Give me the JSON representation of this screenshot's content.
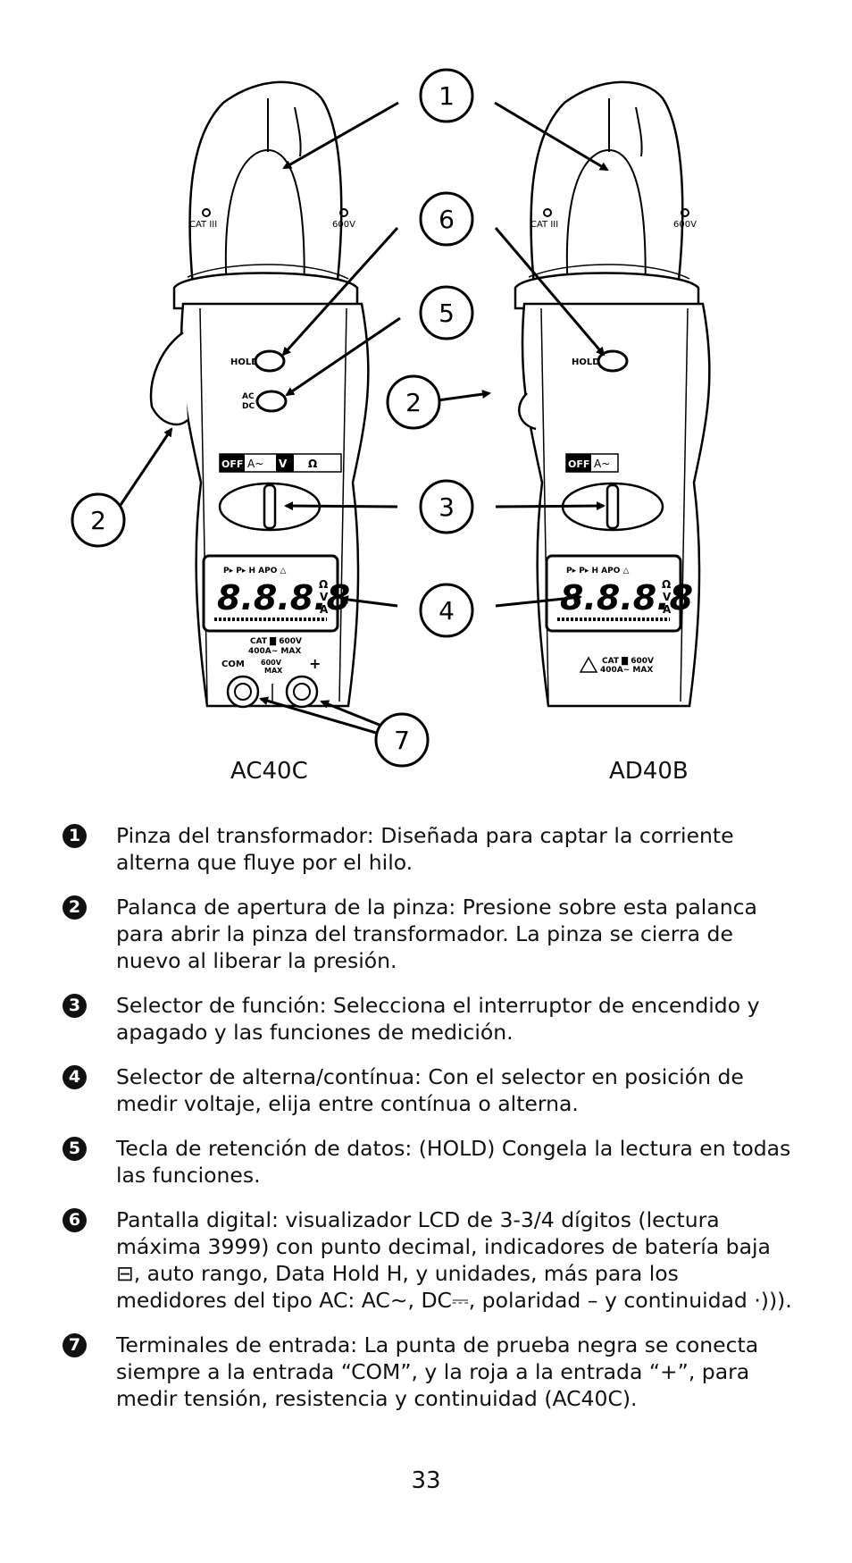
{
  "figure": {
    "meter_left": {
      "model": "AC40C",
      "cat_left": "CAT III",
      "cat_right": "600V",
      "hold": "HOLD",
      "acdc_top": "AC",
      "acdc_bottom": "DC",
      "sel_off": "OFF",
      "sel_a": "A~",
      "sel_v": "V",
      "sel_ohm": "Ω",
      "lcd_digits": "8.8.8.8",
      "lcd_top": "P▸ P▸ H APO △",
      "lcd_o": "Ω",
      "lcd_v": "V",
      "lcd_a": "A",
      "rating_1": "CAT ▇ 600V",
      "rating_2": "400A~ MAX",
      "com": "COM",
      "jack_rating_1": "600V",
      "jack_rating_2": "MAX",
      "plus": "+"
    },
    "meter_right": {
      "model": "AD40B",
      "cat_left": "CAT III",
      "cat_right": "600V",
      "hold": "HOLD",
      "sel_off": "OFF",
      "sel_a": "A~",
      "lcd_digits": "8.8.8.8",
      "lcd_top": "P▸ P▸ H APO △",
      "lcd_o": "Ω",
      "lcd_v": "V",
      "lcd_a": "A",
      "rating_1": "CAT ▇ 600V",
      "rating_2": "400A~ MAX"
    },
    "callouts": [
      "1",
      "2",
      "2",
      "3",
      "4",
      "5",
      "6",
      "7"
    ]
  },
  "items": [
    {
      "num": "1",
      "text": "Pinza del transformador: Diseñada para captar la corriente alterna que fluye por el hilo."
    },
    {
      "num": "2",
      "text": "Palanca de apertura de la pinza: Presione sobre esta palanca para abrir la pinza del transformador. La pinza se cierra de nuevo al liberar la presión."
    },
    {
      "num": "3",
      "text": "Selector de función: Selecciona el interruptor de encendido y apagado y las funciones de medición."
    },
    {
      "num": "4",
      "text": "Selector de alterna/contínua: Con el selector en posición de medir voltaje, elija entre contínua o alterna."
    },
    {
      "num": "5",
      "text": "Tecla de retención de datos: (HOLD) Congela la lectura en todas las funciones."
    },
    {
      "num": "6",
      "text": "Pantalla digital: visualizador LCD de 3-3/4 dígitos (lectura máxima 3999) con punto decimal, indicadores de batería baja ⊟, auto rango, Data Hold H, y unidades, más para los medidores del tipo AC: AC∼, DC⎓, polaridad – y continuidad ·))).",
      "comment": ""
    },
    {
      "num": "7",
      "text": "Terminales de entrada: La punta de prueba negra se conecta siempre a la entrada “COM”, y la roja a la entrada “+”, para medir tensión, resistencia y continuidad (AC40C)."
    }
  ],
  "page_number": "33"
}
